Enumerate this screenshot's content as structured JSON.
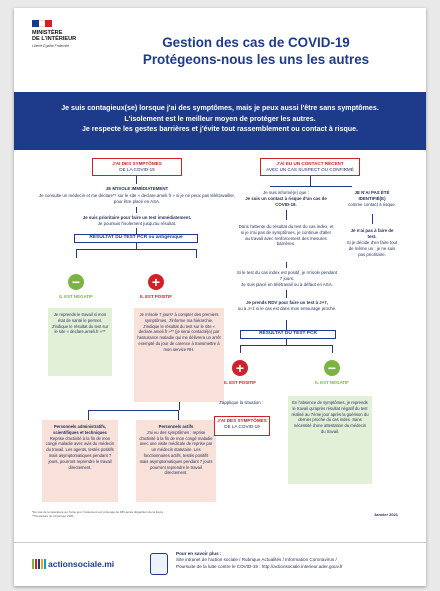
{
  "header": {
    "flag_colors": [
      "#1e3a8a",
      "#ffffff",
      "#d0202a"
    ],
    "ministry_line1": "MINISTÈRE",
    "ministry_line2": "DE L'INTÉRIEUR",
    "motto": "Liberté Égalité Fraternité",
    "title_line1": "Gestion des cas de COVID-19",
    "title_line2": "Protégeons-nous les uns les autres"
  },
  "banner": {
    "line1": "Je suis contagieux(se) lorsque j'ai des symptômes, mais je peux aussi l'être sans symptômes.",
    "line2": "L'isolement est le meilleur moyen de protéger les autres.",
    "line3": "Je respecte les gestes barrières et j'évite tout rassemblement ou contact à risque."
  },
  "left": {
    "box_title": "J'AI DES SYMPTÔMES",
    "box_sub": "DE LA COVID-19",
    "isolate": "JE M'ISOLE IMMÉDIATEMENT",
    "isolate_text": "Je consulte un médecin et me déclare** sur le site « declare.ameli.fr » si je ne peux pas télétravailler, pour être placé en ASA.",
    "priority": "Je suis prioritaire pour faire un test immédiatement.",
    "priority_sub": "Je poursuis l'isolement jusqu'au résultat.",
    "result_label": "RÉSULTAT DU TEST PCR ou antigénique",
    "neg_label": "IL EST NÉGATIF",
    "pos_label": "IL EST POSITIF",
    "neg_text": "Je reprends le travail si mon état de santé le permet. J'indique le résultat du test sur le site « declare.ameli.fr »**",
    "pos_text": "Je m'isole 7 jours* à compter des premiers symptômes. J'informe ma hiérarchie. J'indique le résultat du test sur le site « declare.ameli.fr »** (je serai contacté(e) par l'assurance maladie qui me délivrera un arrêt exempté du jour de carence à transmettre à mon service RH.",
    "admin_title": "Personnels administratifs, scientifiques et techniques",
    "admin_text": "Reprise d'activité à la fin de mon congé maladie avec avis du médecin du travail. Les agents, testés positifs mais asymptomatiques pendant 7 jours, pourront reprendre le travail directement.",
    "active_title": "Personnels actifs",
    "active_text": "J'ai eu des symptômes : reprise d'activité à la fin de mon congé maladie avec une visite médicale de reprise par un médecin statutaire. Les fonctionnaires actifs, testés positifs mais asymptomatiques pendant 7 jours pourront reprendre le travail directement."
  },
  "right": {
    "box_title": "J'AI EU UN CONTACT RÉCENT",
    "box_sub": "AVEC UN CAS SUSPECT OU CONFIRMÉ",
    "informed": "Je suis informé(e) que :",
    "contact_risk": "Je suis un contact à risque d'un cas de COVID-19.",
    "not_identified": "JE N'AI PAS ÉTÉ IDENTIFIÉ(E)",
    "not_identified_sub": "comme contact à risque.",
    "no_test": "Je n'ai pas à faire de test.",
    "no_test_sub": "Si je décide d'en faire tout de même un : je ne suis pas prioritaire.",
    "waiting": "Dans l'attente du résultat du test du cas index, et si je n'ai pas de symptômes, je continue d'aller au travail avec renforcement des mesures barrières.",
    "if_positive": "Si le test du cas index est positif, je m'isole pendant 7 jours.",
    "if_positive_sub": "Je suis placé en télétravail ou à défaut en ASA.",
    "appointment": "Je prends RDV pour faire un test à J+7,",
    "appointment_sub": "ou à J+1 si le cas est dans mon entourage proche.",
    "result_label": "RÉSULTAT DU TEST PCR",
    "pos_label": "IL EST POSITIF",
    "neg_label": "IL EST NÉGATIF",
    "pos_text": "J'applique la situation :",
    "pos_box_title": "J'AI DES SYMPTÔMES",
    "pos_box_sub": "DE LA COVID-19",
    "neg_text": "En l'absence de symptômes, je reprends le travail qu'après résultat négatif du test réalisé au 7ème jour après la guérison du dernier proche du cas index. Sans nécessité d'une attestation du médecin du travail."
  },
  "footnotes": {
    "line1": "*En cas de température au 7ème jour, l'isolement est prolongé de 48h après disparition de la fièvre.",
    "line2": "**Procédure du 10 janvier 2021",
    "date": "Janvier 2021"
  },
  "footer": {
    "logo_text": "actionsociale.mi",
    "more": "Pour en savoir plus :",
    "line1": "Site intranet de l'action sociale / Rubrique Actualités / Information Coronavirus /",
    "line2": "Poursuite de la lutte contre le COVID-19 : http://actionsociale.interieur.ader.gouv.fr"
  },
  "colors": {
    "primary": "#1e3a8a",
    "red": "#d0202a",
    "green": "#7cb342"
  }
}
